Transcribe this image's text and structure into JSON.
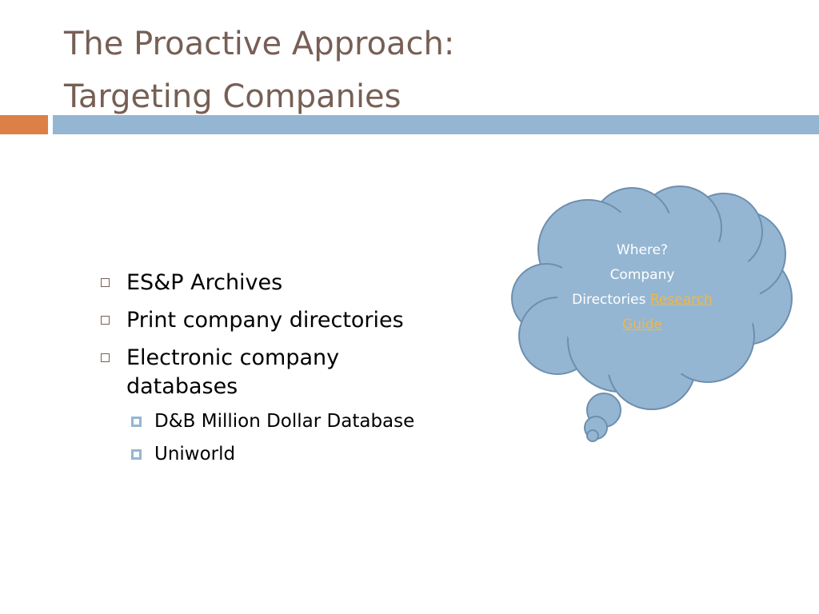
{
  "slide": {
    "title_line1": "The Proactive Approach:",
    "title_line2": "Targeting Companies",
    "bullets": [
      "ES&P Archives",
      "Print company directories",
      "Electronic company databases"
    ],
    "sub_bullets": [
      "D&B Million Dollar Database",
      "Uniworld"
    ],
    "callout": {
      "line1": "Where?",
      "line2": "Company",
      "line3_prefix": "Directories ",
      "link_text": "Research Guide"
    }
  },
  "colors": {
    "title": "#775f55",
    "accent_orange": "#dd8047",
    "accent_blue": "#94b6d2",
    "link": "#f4b642"
  }
}
